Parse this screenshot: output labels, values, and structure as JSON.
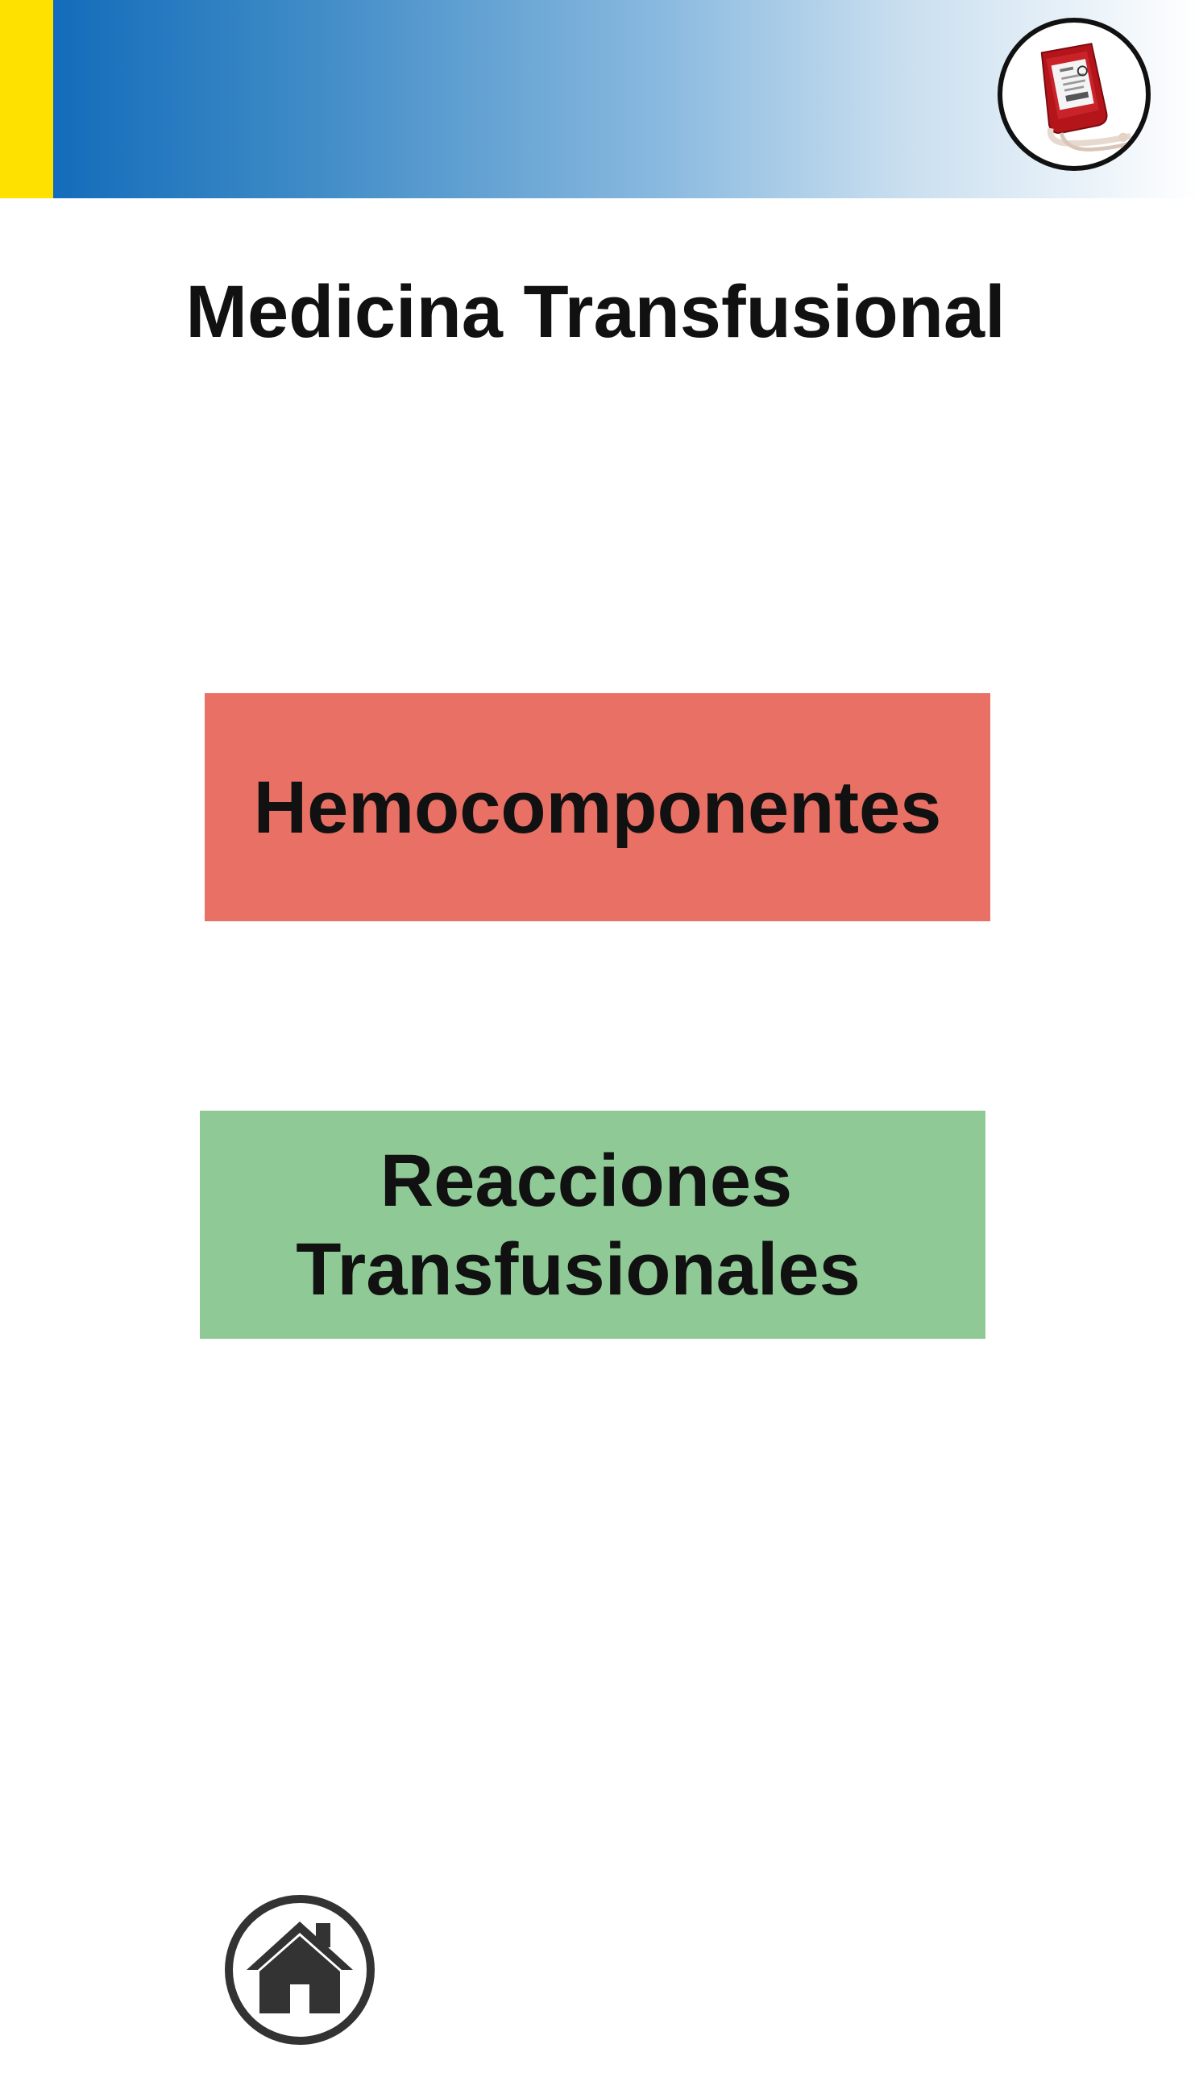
{
  "header": {
    "accent_color": "#ffe100",
    "gradient_start_color": "#0a66b8",
    "gradient_end_color": "#ffffff",
    "logo_icon": "blood-bag-icon"
  },
  "page": {
    "title": "Medicina Transfusional"
  },
  "menu": {
    "hemocomponentes": {
      "label": "Hemocomponentes",
      "color": "#e87064"
    },
    "reacciones": {
      "label_line1": "Reacciones",
      "label_line2": "Transfusionales",
      "color": "#8fca96"
    }
  },
  "footer": {
    "home_icon": "home-icon"
  }
}
